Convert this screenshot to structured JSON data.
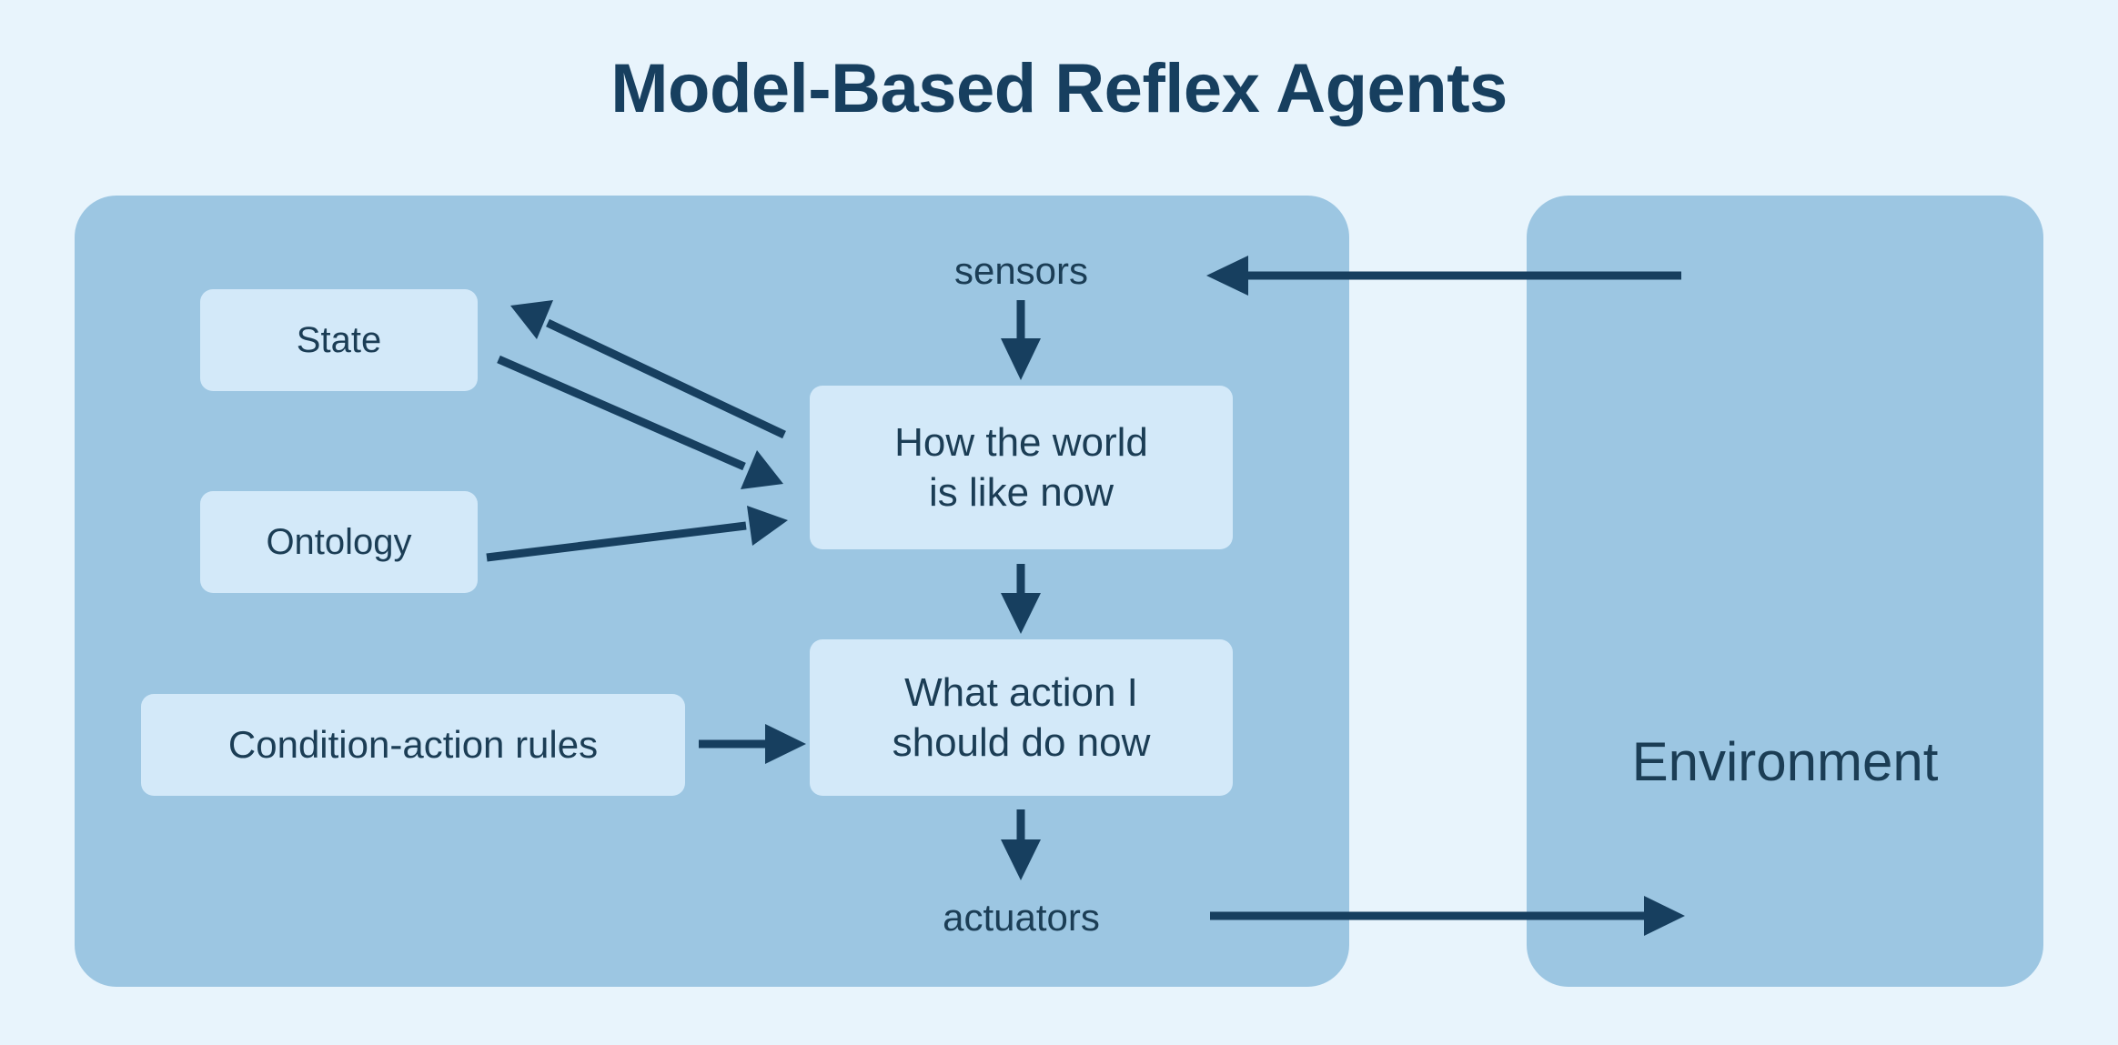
{
  "page": {
    "title": "Model-Based Reflex Agents",
    "background_color": "#e8f4fc"
  },
  "colors": {
    "page_background": "#e8f4fc",
    "panel_fill": "#9cc6e2",
    "node_fill": "#d3e9f9",
    "ink": "#173f5f",
    "text": "#1b3d55"
  },
  "agent_panel": {
    "name": "agent",
    "nodes": {
      "state": "State",
      "ontology": "Ontology",
      "rules": "Condition-action rules",
      "world": "How the world\nis like now",
      "world_line1": "How the world",
      "world_line2": "is like now",
      "action": "What action I\nshould do now",
      "action_line1": "What action I",
      "action_line2": "should do now"
    },
    "labels": {
      "sensors": "sensors",
      "actuators": "actuators"
    }
  },
  "environment_panel": {
    "label": "Environment"
  },
  "arrows": [
    {
      "id": "env-to-sensors",
      "from": "Environment",
      "to": "sensors",
      "direction": "left"
    },
    {
      "id": "sensors-to-world",
      "from": "sensors",
      "to": "How the world is like now",
      "direction": "down"
    },
    {
      "id": "world-to-state",
      "from": "How the world is like now",
      "to": "State",
      "direction": "up-left"
    },
    {
      "id": "state-to-world",
      "from": "State",
      "to": "How the world is like now",
      "direction": "down-right"
    },
    {
      "id": "ontology-to-world",
      "from": "Ontology",
      "to": "How the world is like now",
      "direction": "right"
    },
    {
      "id": "world-to-action",
      "from": "How the world is like now",
      "to": "What action I should do now",
      "direction": "down"
    },
    {
      "id": "rules-to-action",
      "from": "Condition-action rules",
      "to": "What action I should do now",
      "direction": "right"
    },
    {
      "id": "action-to-actuators",
      "from": "What action I should do now",
      "to": "actuators",
      "direction": "down"
    },
    {
      "id": "actuators-to-env",
      "from": "actuators",
      "to": "Environment",
      "direction": "right"
    }
  ]
}
